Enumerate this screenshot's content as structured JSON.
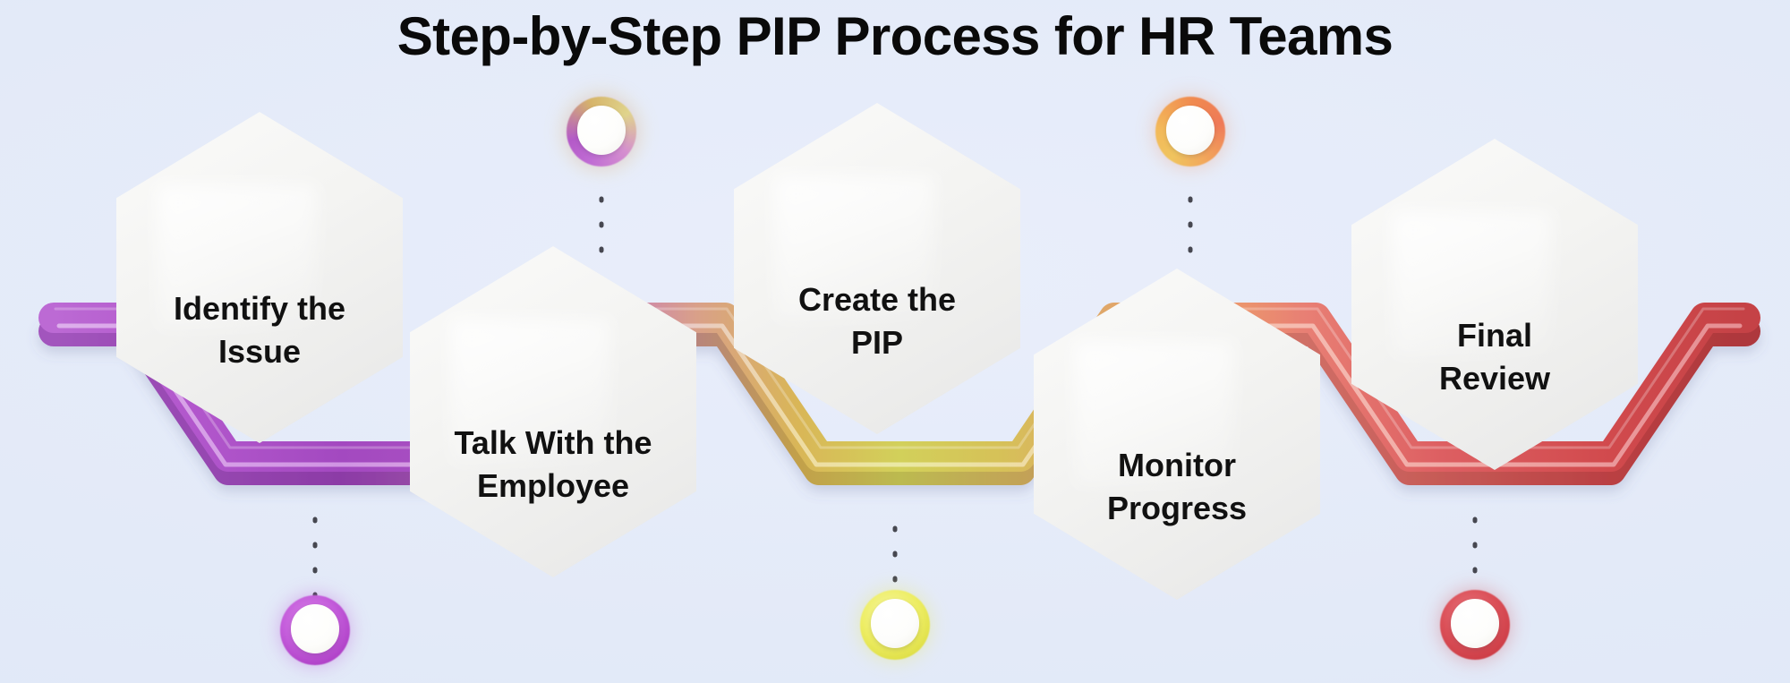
{
  "title": "Step-by-Step PIP Process for HR Teams",
  "background": {
    "color": "#e3eaf8",
    "gradient_from": "#e9eefb",
    "gradient_to": "#dde6f7"
  },
  "diagram": {
    "type": "process-flow",
    "orientation": "horizontal-zigzag",
    "step_count": 5,
    "ribbon": {
      "style": "3d-zigzag-band",
      "gradient_stops": [
        "#b85fd0",
        "#a64ec4",
        "#c06fb8",
        "#d99c7a",
        "#d9b24e",
        "#cfcf55",
        "#d9b65e",
        "#e89a74",
        "#e06a6a",
        "#cf4b4b"
      ]
    },
    "steps": [
      {
        "index": 1,
        "label": "Identify the\nIssue",
        "position": "up",
        "accent": "#a64ec4",
        "marker": {
          "placement": "below",
          "ring_outer": "#b94fd4",
          "ring_inner": "#c963e0",
          "core": "#ffffff",
          "name": "step-marker-1"
        }
      },
      {
        "index": 2,
        "label": "Talk With the\nEmployee",
        "position": "down",
        "accent": "#b45ac8",
        "marker": {
          "placement": "above",
          "ring_outer": "#c06cd4",
          "ring_inner": "#d9b45e",
          "core": "#ffffff",
          "name": "step-marker-2"
        }
      },
      {
        "index": 3,
        "label": "Create the\nPIP",
        "position": "up",
        "accent": "#d4c256",
        "marker": {
          "placement": "below",
          "ring_outer": "#e8e85c",
          "ring_inner": "#f2f291",
          "core": "#ffffff",
          "name": "step-marker-3"
        }
      },
      {
        "index": 4,
        "label": "Monitor\nProgress",
        "position": "down",
        "accent": "#e8a16a",
        "marker": {
          "placement": "above",
          "ring_outer": "#f08a50",
          "ring_inner": "#f5c462",
          "core": "#ffffff",
          "name": "step-marker-4"
        }
      },
      {
        "index": 5,
        "label": "Final\nReview",
        "position": "up",
        "accent": "#d24d4d",
        "marker": {
          "placement": "below",
          "ring_outer": "#d2434c",
          "ring_inner": "#e06a72",
          "core": "#ffffff",
          "name": "step-marker-5"
        }
      }
    ]
  }
}
